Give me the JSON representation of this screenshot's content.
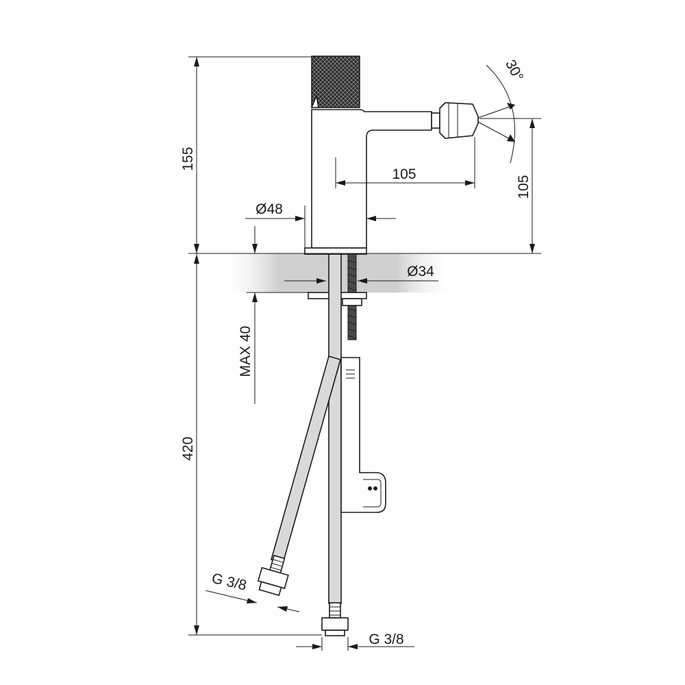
{
  "drawing": {
    "dimensions": {
      "total_height_above": "155",
      "spout_reach": "105",
      "spout_height": "105",
      "body_diameter": "Ø48",
      "hole_diameter": "Ø34",
      "deck_thickness": "MAX 40",
      "hose_length": "420",
      "inlet_thread_left": "G 3/8",
      "inlet_thread_bottom": "G 3/8",
      "aerator_angle": "30°"
    },
    "colors": {
      "line": "#1a1a1a",
      "counter_shade": "#cfcfcf",
      "pipe_fill": "#d9d9d9",
      "handle_fill": "#2a2a2a"
    }
  }
}
